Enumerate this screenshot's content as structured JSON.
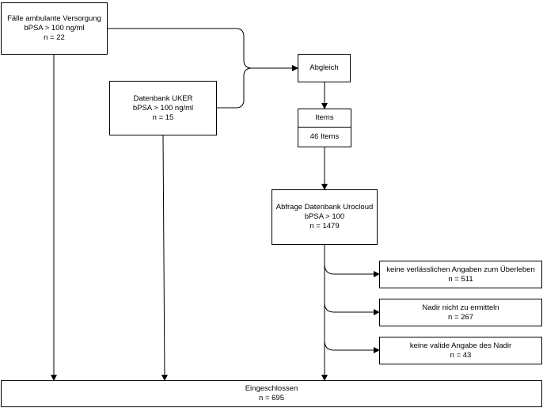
{
  "boxes": {
    "ambulant": [
      "Fälle ambulante Versorgung",
      "bPSA > 100 ng/ml",
      "n = 22"
    ],
    "uker": [
      "Datenbank UKER",
      "bPSA > 100 ng/ml",
      "n = 15"
    ],
    "abgleich": [
      "Abgleich"
    ],
    "items": {
      "header": "Items",
      "count": "46 Items"
    },
    "urocloud": [
      "Abfrage Datenbank Urocloud",
      "bPSA > 100",
      "n = 1479"
    ],
    "excl1": [
      "keine verlässlichen Angaben zum Überleben",
      "n = 511"
    ],
    "excl2": [
      "Nadir nicht zu ermitteln",
      "n = 267"
    ],
    "excl3": [
      "keine valide Angabe des Nadir",
      "n = 43"
    ],
    "included": [
      "Eingeschlossen",
      "n = 695"
    ]
  }
}
